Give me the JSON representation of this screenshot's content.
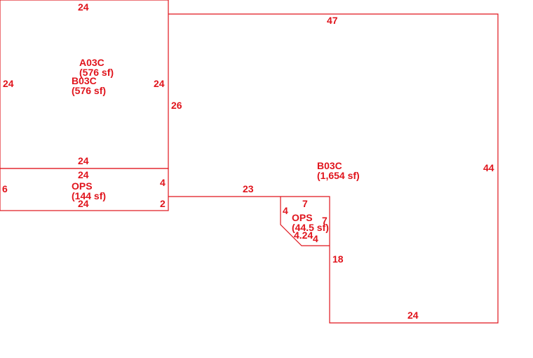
{
  "sketch": {
    "line_color": "#e0141c",
    "areas": {
      "a03c": {
        "code": "A03C",
        "size": "(576 sf)"
      },
      "b03c_upper": {
        "code": "B03C",
        "size": "(576 sf)"
      },
      "b03c_main": {
        "code": "B03C",
        "size": "(1,654 sf)"
      },
      "ops_left": {
        "code": "OPS",
        "size": "(144 sf)"
      },
      "ops_notch": {
        "code": "OPS",
        "size": "(44.5 sf)"
      }
    },
    "dimensions": {
      "top_left_top": "24",
      "top_left_left": "24",
      "top_left_right": "24",
      "top_left_bottom": "24",
      "left_step": "26",
      "main_top": "47",
      "main_right": "44",
      "main_bottom": "24",
      "main_inner_left": "18",
      "inner_ledge": "23",
      "ops_left_top": "24",
      "ops_left_bottom": "24",
      "ops_left_side": "6",
      "ops_left_right_a": "4",
      "ops_left_right_b": "2",
      "notch_top": "7",
      "notch_right": "7",
      "notch_left": "4",
      "notch_bottom": "4",
      "notch_diag": "4.24"
    }
  }
}
